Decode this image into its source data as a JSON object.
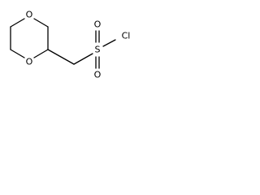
{
  "molecule": {
    "atoms": {
      "ring_oxygen_top": "O",
      "ring_oxygen_bottom": "O",
      "sulfur": "S",
      "sulfonyl_oxygen_top": "O",
      "sulfonyl_oxygen_bottom": "O",
      "chlorine": "Cl"
    },
    "colors": {
      "bond": "#000000",
      "label": "#000000",
      "background": "#ffffff"
    }
  }
}
